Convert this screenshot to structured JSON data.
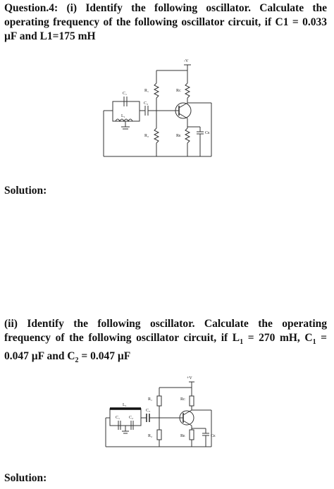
{
  "question1": {
    "text": "Question.4: (i) Identify the following oscillator. Calculate the operating frequency of the following oscillator circuit, if C1 = 0.033 µF and L1=175 mH"
  },
  "solution1": {
    "label": "Solution:"
  },
  "question2": {
    "part_a": "(ii) Identify the following oscillator. Calculate the operating frequency of the following oscillator circuit, if L",
    "sub_l": "1",
    "part_b": " = 270 mH, C",
    "sub_c1": "1",
    "part_c": " = 0.047 µF and C",
    "sub_c2": "2",
    "part_d": " = 0.047 µF"
  },
  "solution2": {
    "label": "Solution:"
  },
  "circuit1": {
    "supply": "-V",
    "labels": {
      "c1": "C₁",
      "l1": "L₁",
      "c3": "C₃",
      "r1": "R₁",
      "r2": "R₂",
      "rc": "Rᴄ",
      "re": "Rᴇ",
      "ce": "Cᴇ"
    }
  },
  "circuit2": {
    "supply": "+V",
    "labels": {
      "l1": "L₁",
      "c1": "C₁",
      "c2": "C₂",
      "c3": "C₃",
      "r1": "R₁",
      "r2": "R₂",
      "rc": "Rᴄ",
      "re": "Rᴇ",
      "ce": "Cᴇ"
    }
  }
}
